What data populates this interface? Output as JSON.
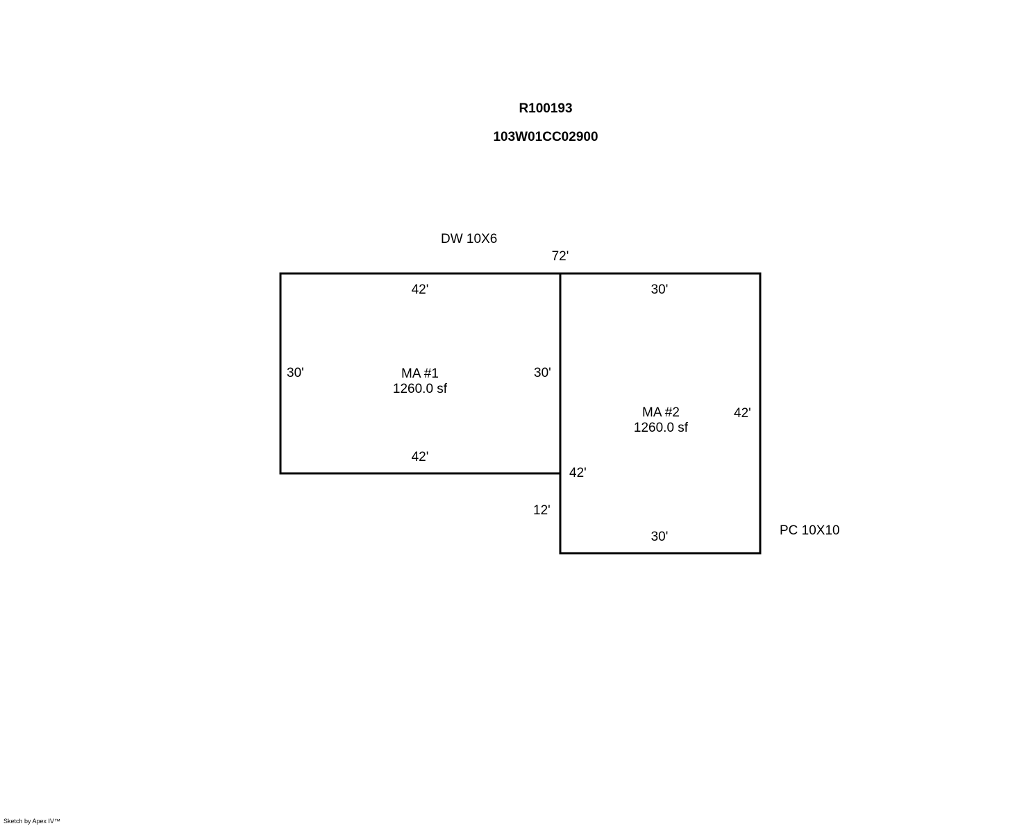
{
  "header": {
    "parcel_id": "R100193",
    "map_number": "103W01CC02900"
  },
  "annotations": {
    "driveway": "DW 10X6",
    "porch": "PC 10X10",
    "overall_width": "72'"
  },
  "areas": [
    {
      "id": "ma1",
      "name": "MA #1",
      "area": "1260.0 sf",
      "dimensions": {
        "top": "42'",
        "bottom": "42'",
        "left": "30'",
        "right": "30'"
      }
    },
    {
      "id": "ma2",
      "name": "MA #2",
      "area": "1260.0 sf",
      "dimensions": {
        "top": "30'",
        "bottom": "30'",
        "right": "42'",
        "left_upper": "42'",
        "left_lower": "12'"
      }
    }
  ],
  "footer": {
    "credit": "Sketch by Apex IV™"
  }
}
